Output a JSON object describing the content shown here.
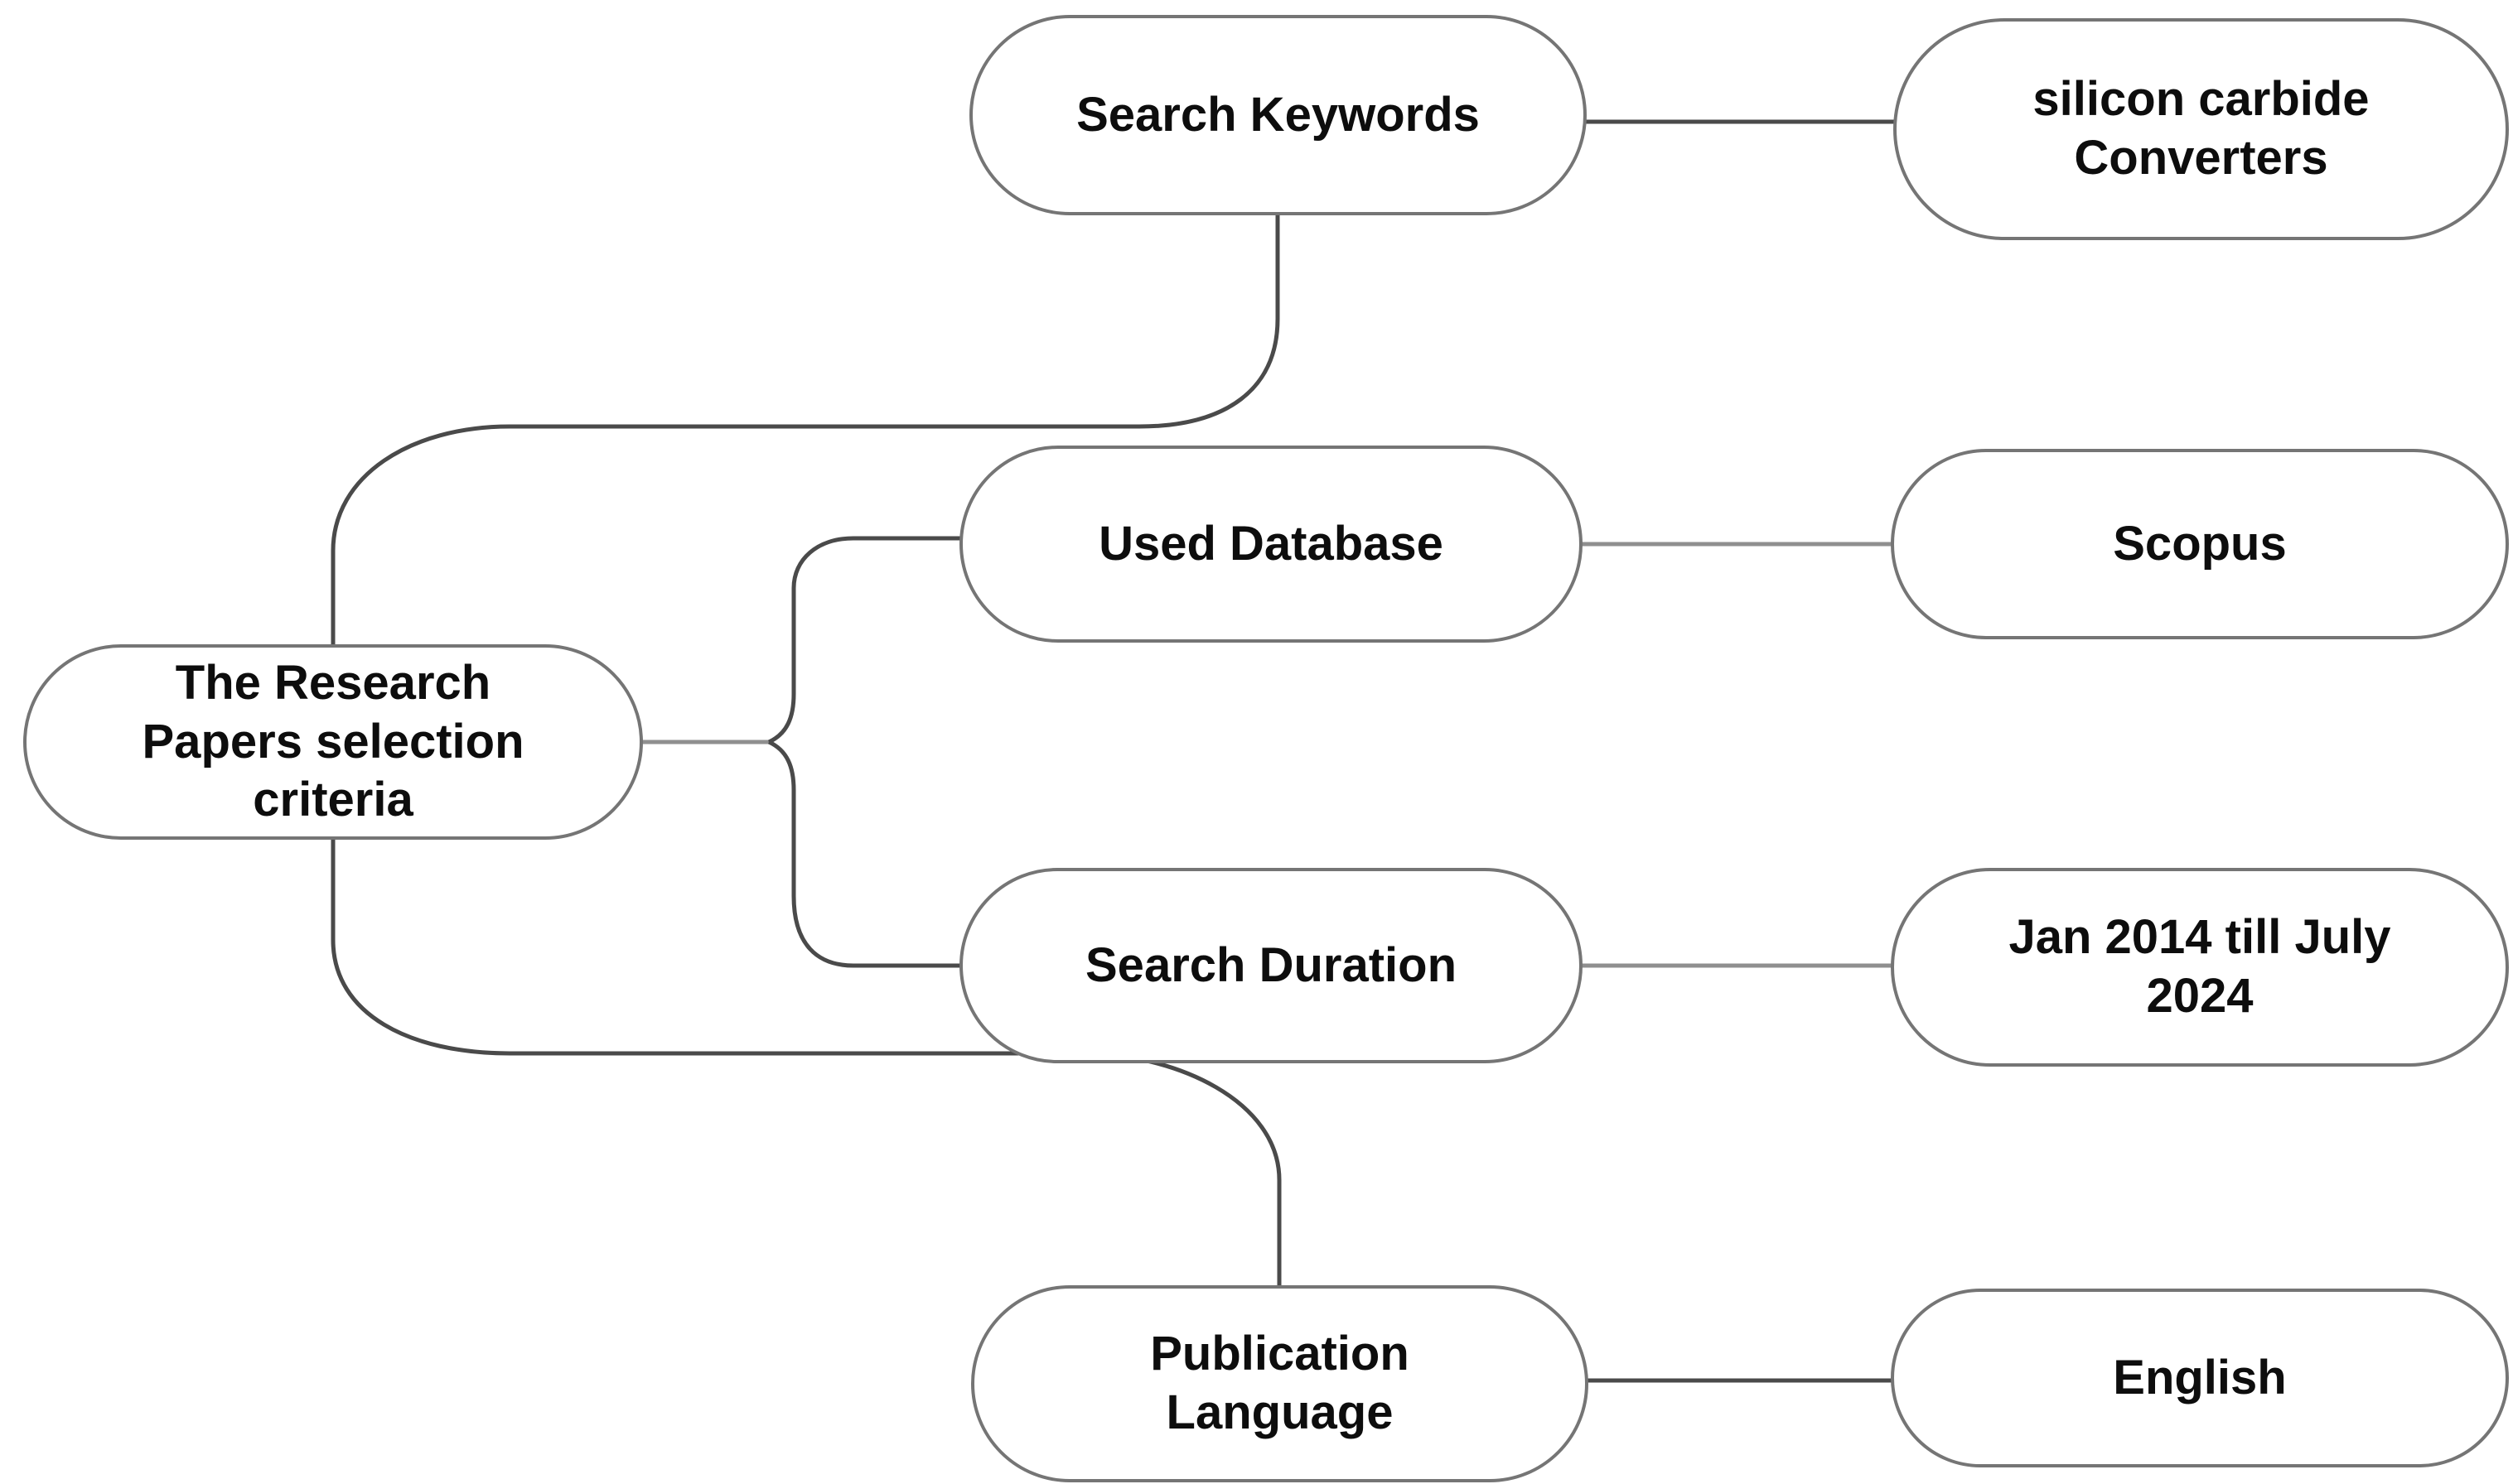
{
  "figure": {
    "type": "mind-map-diagram",
    "description_root": "The Research Papers selection criteria"
  },
  "colors": {
    "background": "#ffffff",
    "node-fill": "#ffffff",
    "node-border": "#757575",
    "text": "#0d0d0d",
    "connector-dark": "#4a4a4a",
    "connector-light": "#8f8f8f"
  },
  "nodes": {
    "root": {
      "label": "The Research Papers selection criteria",
      "lines": [
        "The Research",
        "Papers selection",
        "criteria"
      ]
    },
    "search_keywords": {
      "label": "Search Keywords",
      "lines": [
        "Search Keywords"
      ]
    },
    "silicon_carbide": {
      "label": "silicon carbide Converters",
      "lines": [
        "silicon carbide",
        "Converters"
      ]
    },
    "used_database": {
      "label": "Used Database",
      "lines": [
        "Used Database"
      ]
    },
    "scopus": {
      "label": "Scopus",
      "lines": [
        "Scopus"
      ]
    },
    "search_duration": {
      "label": "Search Duration",
      "lines": [
        "Search Duration"
      ]
    },
    "jan_2014": {
      "label": "Jan 2014 till July 2024",
      "lines": [
        "Jan 2014 till July",
        "2024"
      ]
    },
    "publication_language": {
      "label": "Publication Language",
      "lines": [
        "Publication",
        "Language"
      ]
    },
    "english": {
      "label": "English",
      "lines": [
        "English"
      ]
    }
  },
  "branches": [
    {
      "category": "Search Keywords",
      "value": "silicon carbide Converters"
    },
    {
      "category": "Used Database",
      "value": "Scopus"
    },
    {
      "category": "Search Duration",
      "value": "Jan 2014 till July 2024"
    },
    {
      "category": "Publication Language",
      "value": "English"
    }
  ]
}
